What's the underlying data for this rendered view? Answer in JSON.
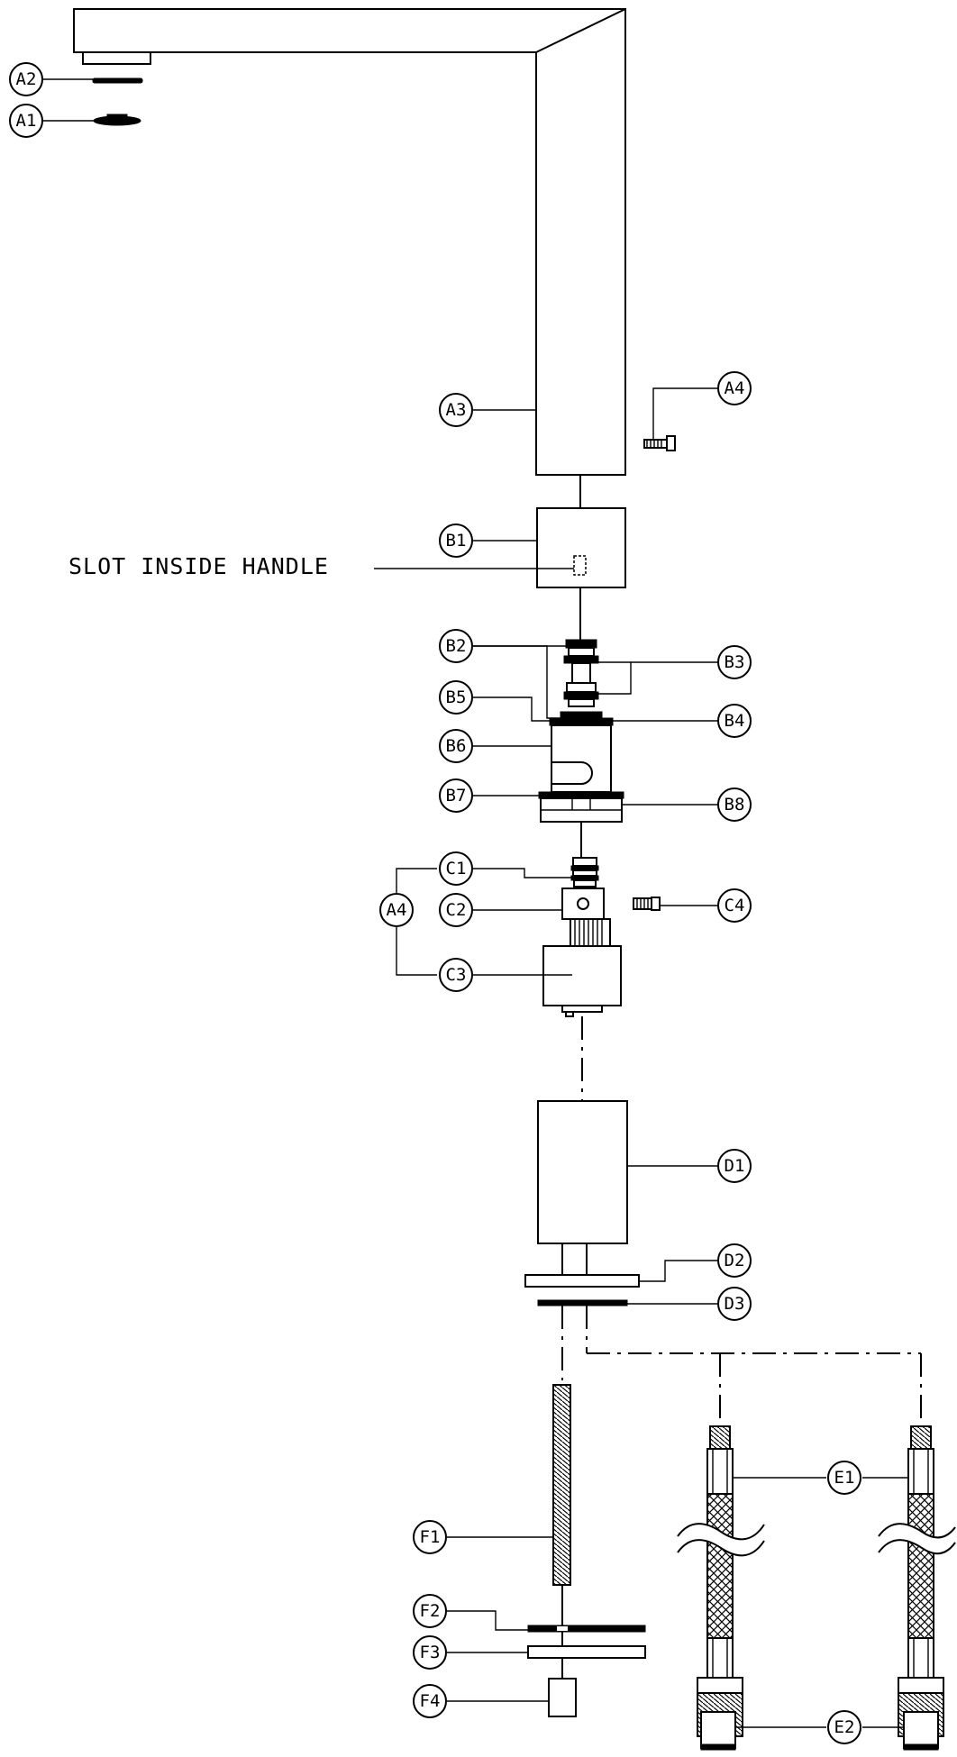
{
  "diagram": {
    "note_label": "SLOT INSIDE HANDLE",
    "callouts": {
      "A1": "A1",
      "A2": "A2",
      "A3": "A3",
      "A4": "A4",
      "A4b": "A4",
      "B1": "B1",
      "B2": "B2",
      "B3": "B3",
      "B4": "B4",
      "B5": "B5",
      "B6": "B6",
      "B7": "B7",
      "B8": "B8",
      "C1": "C1",
      "C2": "C2",
      "C3": "C3",
      "C4": "C4",
      "D1": "D1",
      "D2": "D2",
      "D3": "D3",
      "E1": "E1",
      "E2": "E2",
      "F1": "F1",
      "F2": "F2",
      "F3": "F3",
      "F4": "F4"
    },
    "colors": {
      "line": "#000000",
      "background": "#ffffff"
    }
  }
}
